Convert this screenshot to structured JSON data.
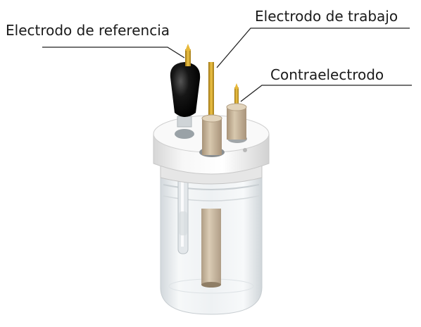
{
  "labels": {
    "reference_electrode": "Electrodo de referencia",
    "working_electrode": "Electrodo de trabajo",
    "counter_electrode": "Contraelectrodo"
  },
  "colors": {
    "background": "#ffffff",
    "leader_line": "#222222",
    "gold_pin": "#d9a520",
    "rubber_cap": "#111111",
    "ptfe_rod": "#c8b79c",
    "cap_white": "#f2f2f2",
    "glass": "#e9edf0"
  }
}
